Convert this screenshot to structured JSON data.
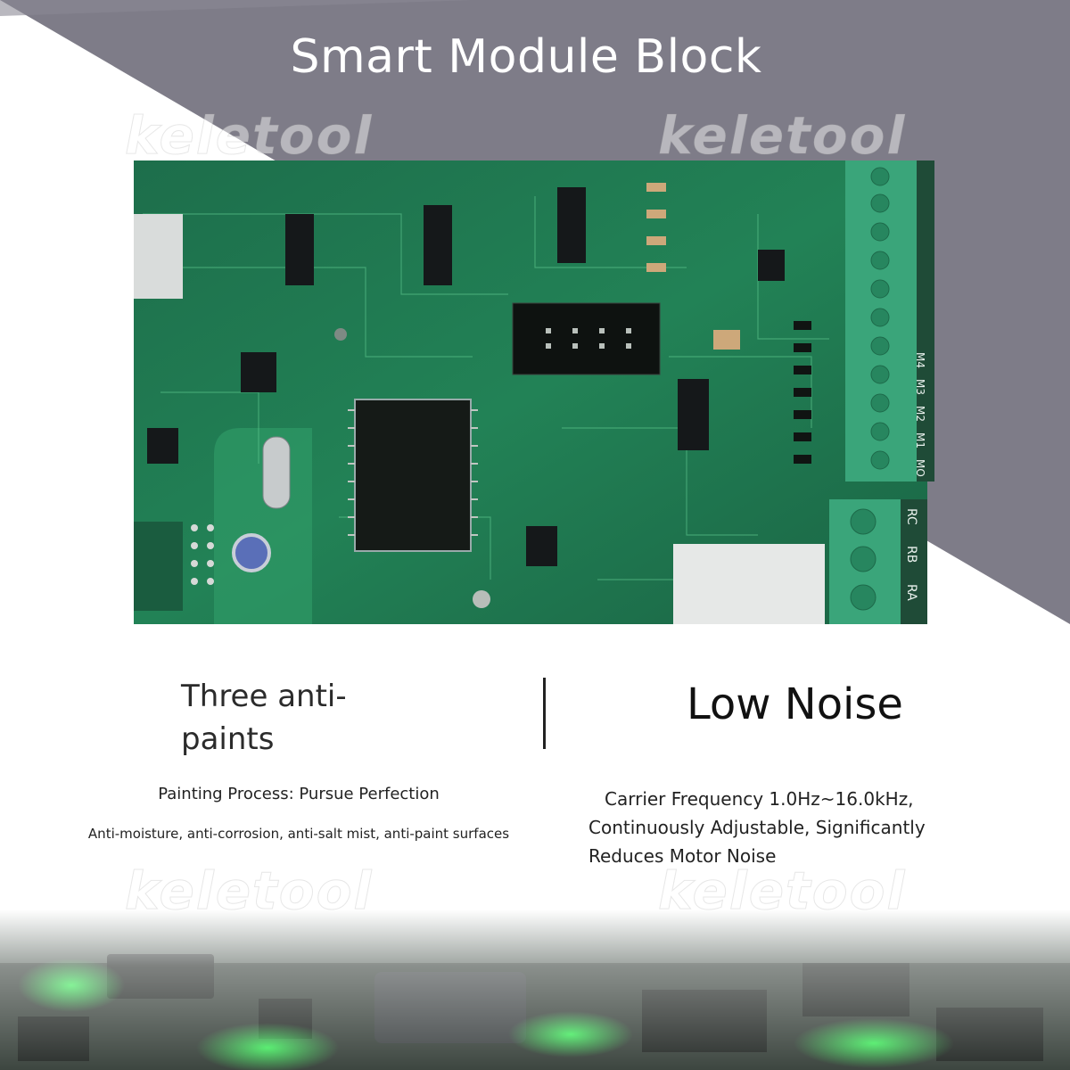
{
  "title": "Smart Module Block",
  "watermark": "keletool",
  "features": {
    "left": {
      "heading": "Three anti-paints",
      "subtitle": "Painting Process: Pursue Perfection",
      "detail": "Anti-moisture, anti-corrosion, anti-salt mist, anti-paint surfaces"
    },
    "right": {
      "heading": "Low Noise",
      "line1": "Carrier Frequency 1.0Hz~16.0kHz,",
      "line2": "Continuously Adjustable, Significantly",
      "line3": "Reduces Motor Noise"
    }
  },
  "pcb_labels": {
    "terminal_labels": [
      "M4",
      "M3",
      "M2",
      "M1",
      "MO"
    ],
    "relay_labels": [
      "RC",
      "RB",
      "RA"
    ]
  },
  "colors": {
    "banner_gray": "#7e7c88",
    "pcb_green": "#1f7a52",
    "terminal_green": "#3aa57a",
    "accent_green": "#4dff6a"
  }
}
